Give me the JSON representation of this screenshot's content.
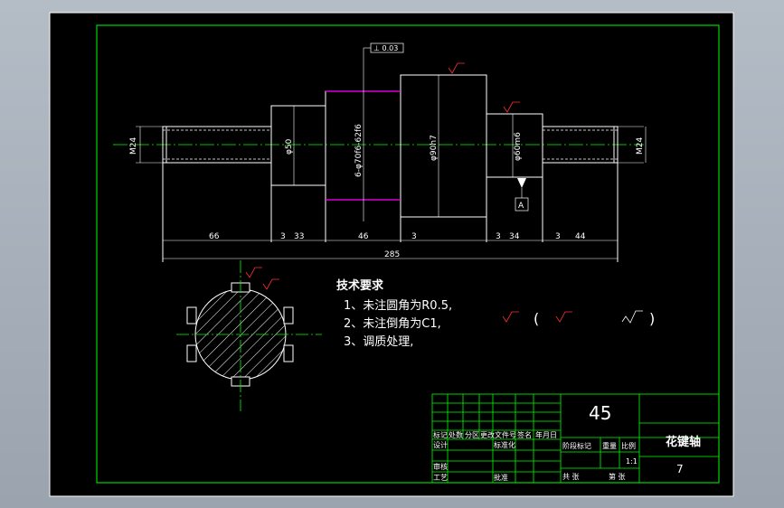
{
  "drawing": {
    "frame_color": "#00ff00",
    "line_color": "#ffffff",
    "center_color": "#00ff00",
    "hidden_color": "#ff00ff",
    "symbol_color": "#ff3030"
  },
  "shaft_labels": {
    "thread_left": "M24",
    "dia_50": "φ50",
    "spline": "6-φ70f6-62f6",
    "dia_90": "φ90h7",
    "dia_60": "φ60m6",
    "thread_right": "M24",
    "datum": "A",
    "geo_tol": "⊥ 0.03"
  },
  "dimensions": {
    "d66": "66",
    "d3a": "3",
    "d33": "33",
    "d46": "46",
    "d3b": "3",
    "d3c": "3",
    "d34": "34",
    "d3d": "3",
    "d44": "44",
    "total": "285"
  },
  "notes": {
    "title": "技术要求",
    "line1": "1、未注圆角为R0.5,",
    "line2": "2、未注倒角为C1,",
    "line3": "3、调质处理,"
  },
  "title_block": {
    "material": "45",
    "part_name": "花键轴",
    "drawing_no": "7",
    "h_mark": "标记",
    "h_count": "处数",
    "h_zone": "分区",
    "h_change": "更改文件号",
    "h_sign": "签名",
    "h_date": "年月日",
    "h_design": "设计",
    "h_std": "标准化",
    "h_stage": "阶段标记",
    "h_weight": "重量",
    "h_scale": "比例",
    "scale_value": "1:1",
    "h_review": "审核",
    "h_process": "工艺",
    "h_approve": "批准",
    "sheets": "共 张",
    "sheet_no": "第 张"
  }
}
